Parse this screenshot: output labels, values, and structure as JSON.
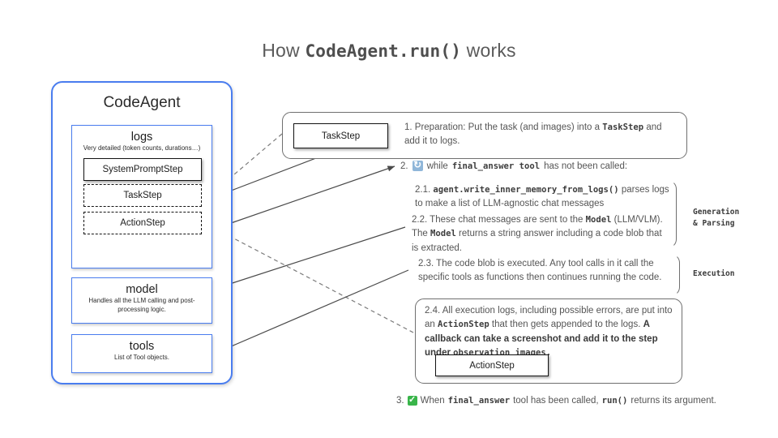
{
  "title": {
    "prefix": "How ",
    "code": "CodeAgent.run()",
    "suffix": " works"
  },
  "agent_panel": {
    "title": "CodeAgent",
    "logs": {
      "heading": "logs",
      "subtitle": "Very detailed (token counts, durations…)",
      "steps": [
        {
          "label": "SystemPromptStep",
          "style": "solid"
        },
        {
          "label": "TaskStep",
          "style": "dashed"
        },
        {
          "label": "ActionStep",
          "style": "dashed"
        }
      ]
    },
    "model": {
      "heading": "model",
      "subtitle": "Handles all the LLM calling and post-processing logic."
    },
    "tools": {
      "heading": "tools",
      "subtitle": "List of Tool objects."
    }
  },
  "flow": {
    "step1": {
      "chip": "TaskStep",
      "number": "1.",
      "text_before": "  Preparation: Put the task (and images) into a ",
      "code": "TaskStep",
      "text_after": " and add it to logs."
    },
    "step2": {
      "number": "2.",
      "icon": "loop-icon",
      "text_before": "while ",
      "code1": "final_answer tool",
      "text_after": " has not been called:"
    },
    "step21": {
      "number": "2.1.",
      "code": "agent.write_inner_memory_from_logs()",
      "text": " parses logs to make a list of LLM-agnostic chat messages"
    },
    "step22": {
      "number": "2.2.",
      "t1": " These chat messages are sent to the ",
      "code1": "Model",
      "t2": " (LLM/VLM). The ",
      "code2": "Model",
      "t3": " returns a string answer including a code blob that is extracted."
    },
    "step23": {
      "number": "2.3.",
      "text": " The code blob is executed. Any tool calls in it call the specific tools as functions then continues running the code."
    },
    "step24": {
      "number": "2.4.",
      "t1": " All execution logs, including possible errors, are put into an ",
      "code1": "ActionStep",
      "t2": " that then gets appended to the logs. ",
      "bold": "A callback can  take a screenshot and add it to the step under ",
      "code2": "observation_images.",
      "chip": "ActionStep"
    },
    "step3": {
      "number": "3.",
      "icon": "check-icon",
      "t1": "When ",
      "code1": "final_answer",
      "t2": " tool has been called, ",
      "code2": "run()",
      "t3": " returns its argument."
    },
    "labels": {
      "generation": "Generation\n& Parsing",
      "execution": "Execution"
    }
  },
  "colors": {
    "panel_blue": "#4a7def",
    "outline_gray": "#6f6f6f",
    "text_gray": "#555555",
    "check_green": "#39b54a",
    "loop_blue": "#8fb6d9"
  }
}
